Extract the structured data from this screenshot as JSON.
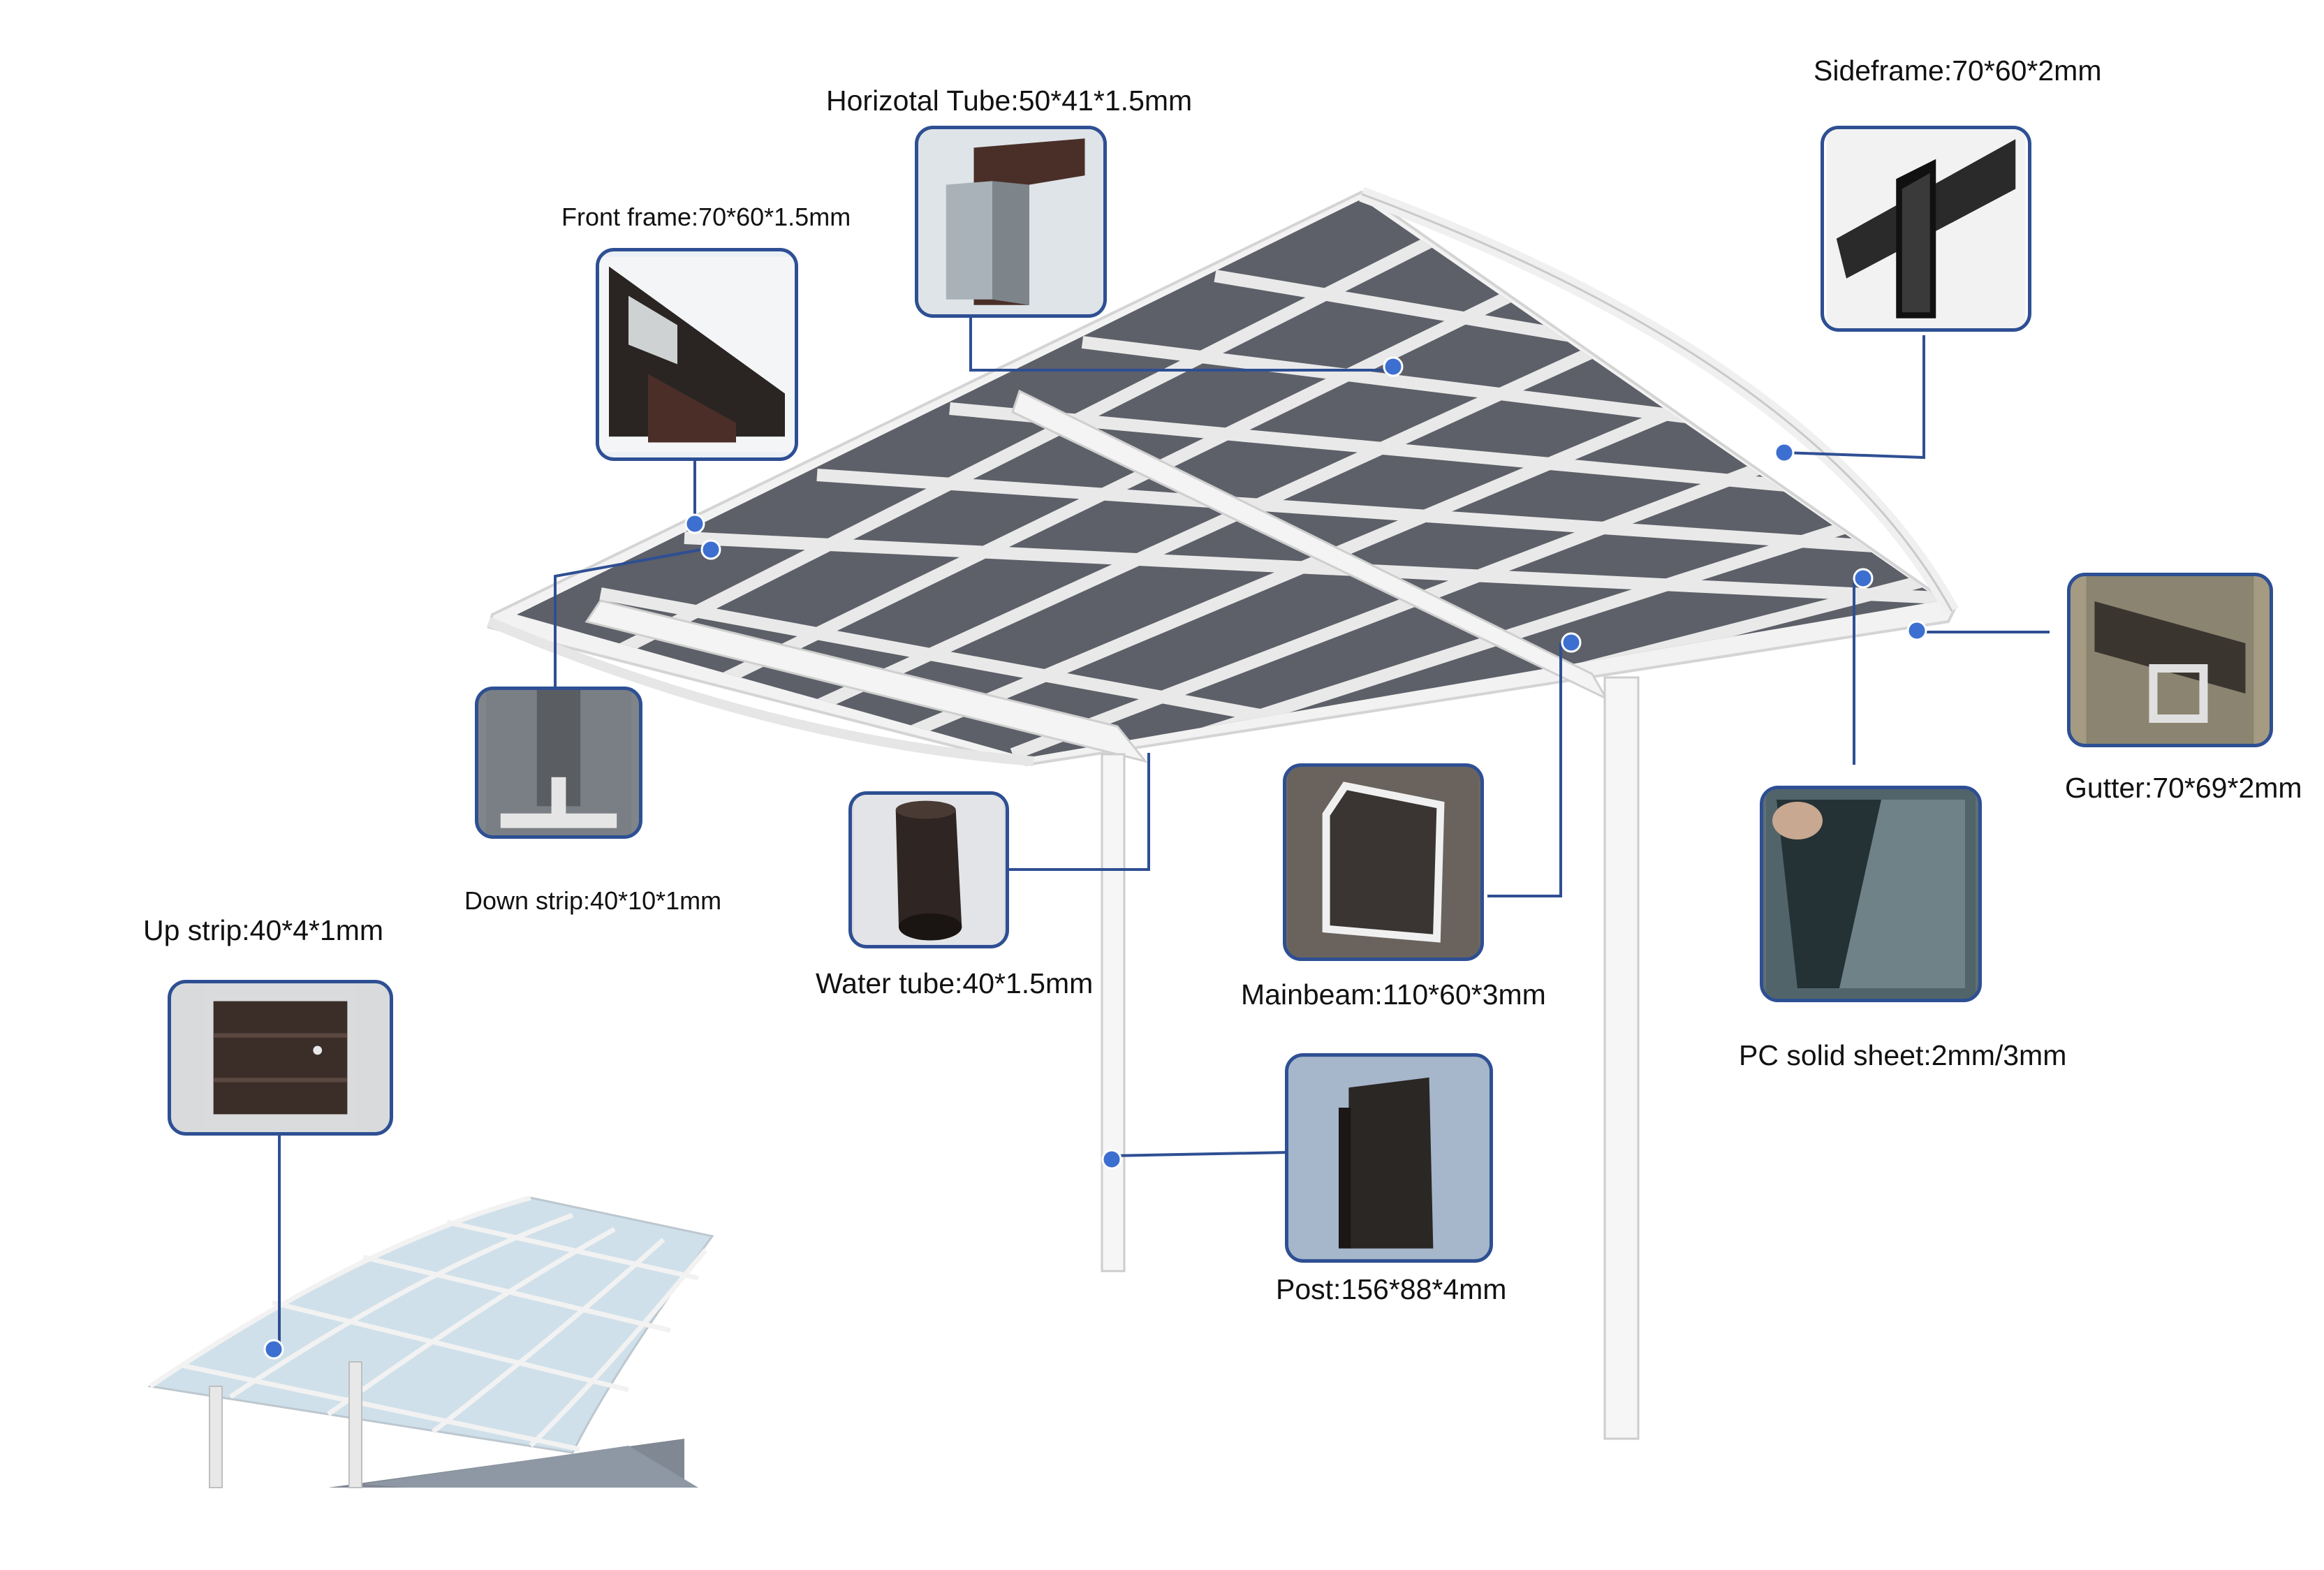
{
  "diagram": {
    "parts": [
      {
        "key": "horizontal_tube",
        "label": "Horizotal Tube:50*41*1.5mm",
        "photo_icon": "aluminum-channel-profile"
      },
      {
        "key": "sideframe",
        "label": "Sideframe:70*60*2mm",
        "photo_icon": "black-rectangular-profile"
      },
      {
        "key": "front_frame",
        "label": "Front frame:70*60*1.5mm",
        "photo_icon": "frame-profile-section"
      },
      {
        "key": "gutter",
        "label": "Gutter:70*69*2mm",
        "photo_icon": "gutter-profile"
      },
      {
        "key": "down_strip",
        "label": "Down strip:40*10*1mm",
        "photo_icon": "strip-profile-section"
      },
      {
        "key": "water_tube",
        "label": "Water tube:40*1.5mm",
        "photo_icon": "round-tube"
      },
      {
        "key": "mainbeam",
        "label": "Mainbeam:110*60*3mm",
        "photo_icon": "rectangular-beam-section"
      },
      {
        "key": "pc_sheet",
        "label": "PC solid sheet:2mm/3mm",
        "photo_icon": "polycarbonate-sheet"
      },
      {
        "key": "up_strip",
        "label": "Up strip:40*4*1mm",
        "photo_icon": "flat-strip-profile"
      },
      {
        "key": "post",
        "label": "Post:156*88*4mm",
        "photo_icon": "post-profile"
      }
    ],
    "colors": {
      "accent": "#2e4f93",
      "marker": "#3d6fd1",
      "panel": "#5b5e66",
      "frame": "#ececec",
      "profile_dark": "#2b2724"
    }
  }
}
